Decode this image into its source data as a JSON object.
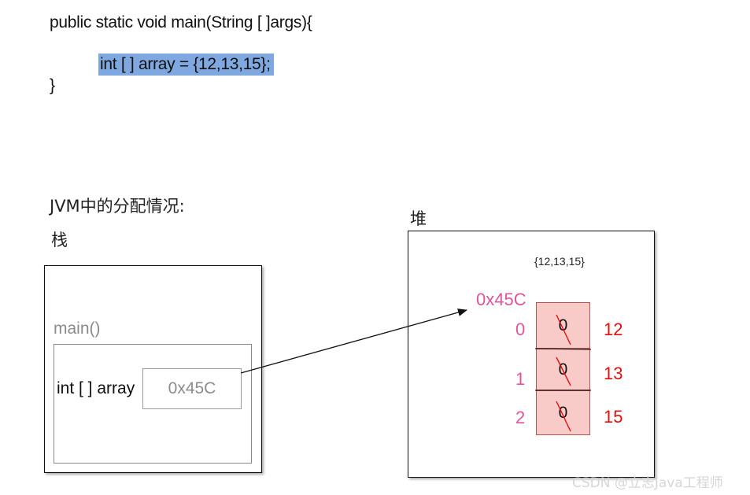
{
  "code": {
    "line1": "public static void main(String [ ]args){",
    "line2": "int [ ] array = {12,13,15};",
    "line3": "}"
  },
  "jvm_label": "JVM中的分配情况:",
  "stack": {
    "label": "栈",
    "frame_label": "main()",
    "var_label": "int [ ] array",
    "var_value": "0x45C"
  },
  "heap": {
    "label": "堆",
    "initializer": "{12,13,15}",
    "address": "0x45C",
    "cells": [
      {
        "index": "0",
        "default": "0",
        "value": "12"
      },
      {
        "index": "1",
        "default": "0",
        "value": "13"
      },
      {
        "index": "2",
        "default": "0",
        "value": "15"
      }
    ]
  },
  "watermark": "CSDN @立志Java工程师",
  "colors": {
    "highlight": "#7fa7e0",
    "cell_fill": "#f8cbc8",
    "index": "#e0559a",
    "value": "#e01010"
  }
}
